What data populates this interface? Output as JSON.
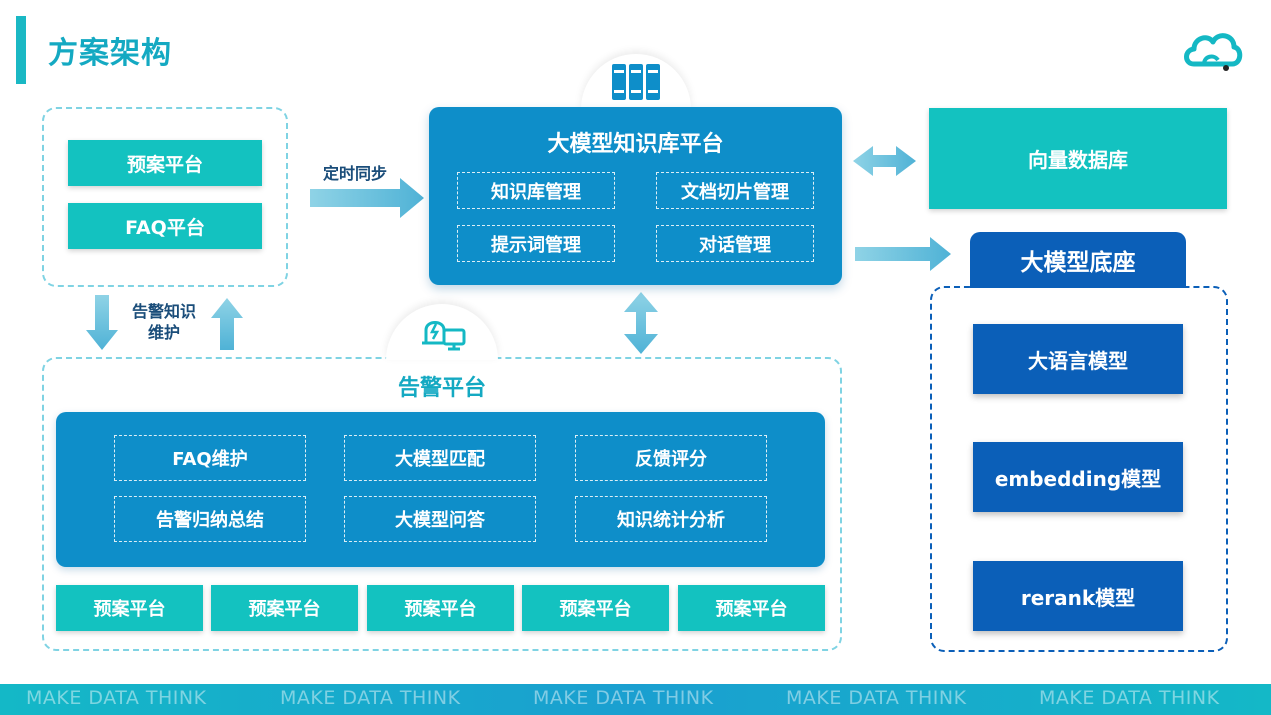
{
  "page_title": "方案架构",
  "top_left": {
    "plan_label": "预案平台",
    "faq_label": "FAQ平台"
  },
  "sync_label": "定时同步",
  "alarm_knowledge_label": [
    "告警知识",
    "维护"
  ],
  "kb_platform": {
    "title": "大模型知识库平台",
    "items": [
      "知识库管理",
      "文档切片管理",
      "提示词管理",
      "对话管理"
    ]
  },
  "vector_db_label": "向量数据库",
  "model_base": {
    "title": "大模型底座",
    "models": [
      "大语言模型",
      "embedding模型",
      "rerank模型"
    ]
  },
  "alarm_platform": {
    "title": "告警平台",
    "items": [
      "FAQ维护",
      "大模型匹配",
      "反馈评分",
      "告警归纳总结",
      "大模型问答",
      "知识统计分析"
    ],
    "bottom": [
      "预案平台",
      "预案平台",
      "预案平台",
      "预案平台",
      "预案平台"
    ]
  },
  "footer": [
    "MAKE DATA THINK",
    "MAKE DATA THINK",
    "MAKE DATA THINK",
    "MAKE DATA THINK",
    "MAKE DATA THINK"
  ],
  "colors": {
    "teal": "#13c2c0",
    "blue_platform": "#0e8ec9",
    "deep_blue": "#0b5fb8",
    "title": "#14a9c2",
    "arrow": "#6cc3dc"
  },
  "icons": [
    "books-icon",
    "alarm-monitor-icon",
    "cloud-logo-icon"
  ]
}
